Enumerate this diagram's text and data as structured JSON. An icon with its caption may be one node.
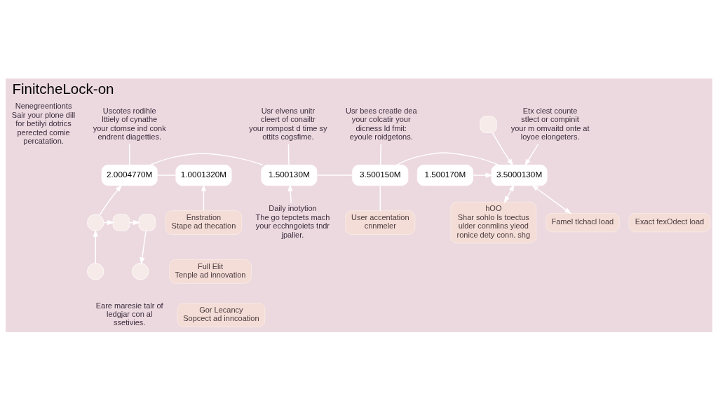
{
  "diagram": {
    "title": "FinitcheLock-on",
    "nodes": [
      {
        "text": [
          "Nenegreentionts",
          "Sair your plone dill for betilyi dotrics perected comie percatation."
        ]
      },
      {
        "text": [
          "Uscotes rodihle lttiely of cynathe your ctomse ind conk endrent diagetties."
        ]
      },
      {
        "text": [
          "Usr elvens unitr cleert of conailtr your rompost d time sy ottits cogsfime."
        ]
      },
      {
        "text": [
          "Usr bees creatle dea your colcatir your dicness ld fmit: eyoule roidgetons."
        ]
      },
      {
        "text": [],
        "shape": "box"
      },
      {
        "text": [
          "Etx clest counte stlect or compinit your m omvaitd onte at loyoe elongeters."
        ]
      },
      {
        "text": [
          "1.0001320M"
        ]
      },
      {
        "text": [
          "2.0004770M"
        ]
      },
      {
        "text": [
          "1.500130M"
        ]
      },
      {
        "text": [
          "3.500150M"
        ]
      },
      {
        "text": [
          "3.5000130M"
        ]
      },
      {
        "text": [
          "1.500170M"
        ]
      },
      {
        "text": [
          "Enstration",
          "Stape ad thecation"
        ]
      },
      {
        "text": [
          "Full Elit",
          "Tenple ad innovation"
        ]
      },
      {
        "text": [
          "Gor Lecancy",
          "Sopcect ad inncoation"
        ]
      },
      {
        "text": [],
        "shape": "circle"
      },
      {
        "text": [],
        "shape": "box"
      },
      {
        "text": [],
        "shape": "box"
      },
      {
        "text": [],
        "shape": "circle"
      },
      {
        "text": [],
        "shape": "circle"
      },
      {
        "text": [
          "Daily inotytion",
          "The go tepctets mach your ecchngoiets tndr jpalier."
        ]
      },
      {
        "text": [
          "User accentation",
          "cnnmeler"
        ]
      },
      {
        "text": [
          "hOO",
          "Shar sohlo ls toectus ulder conmlins yieod ronice dety conn. shg"
        ]
      },
      {
        "text": [
          "Famel tlchacl load"
        ]
      },
      {
        "text": [
          "Exact fexOdect load"
        ]
      }
    ],
    "edges": [
      {
        "from": 6,
        "to": 7,
        "arrow": "none"
      },
      {
        "from": 7,
        "to": 8,
        "arrow": "none"
      },
      {
        "from": 8,
        "to": 9,
        "arrow": "none"
      },
      {
        "from": 9,
        "to": 10,
        "arrow": "none"
      },
      {
        "from": 11,
        "to": 10,
        "arrow": "to"
      },
      {
        "from": 1,
        "to": 7,
        "arrow": "none"
      },
      {
        "from": 2,
        "to": 8,
        "arrow": "none"
      },
      {
        "from": 3,
        "to": 9,
        "arrow": "none"
      },
      {
        "from": 4,
        "to": 10,
        "arrow": "to"
      },
      {
        "from": 5,
        "to": 10,
        "arrow": "to"
      },
      {
        "from": 12,
        "to": 6,
        "arrow": "to"
      },
      {
        "from": 15,
        "to": 7,
        "arrow": "to"
      },
      {
        "from": 15,
        "to": 16,
        "arrow": "to"
      },
      {
        "from": 16,
        "to": 17,
        "arrow": "to"
      },
      {
        "from": 18,
        "to": 15,
        "arrow": "to"
      },
      {
        "from": 17,
        "to": 19,
        "arrow": "to"
      },
      {
        "from": 20,
        "to": 8,
        "arrow": "to"
      },
      {
        "from": 21,
        "to": 9,
        "arrow": "none"
      },
      {
        "from": 10,
        "to": 22,
        "arrow": "both"
      },
      {
        "from": 10,
        "to": 23,
        "arrow": "both"
      }
    ],
    "labels": [
      "Eare maresie talr of ledgjar con al ssetivies."
    ]
  }
}
